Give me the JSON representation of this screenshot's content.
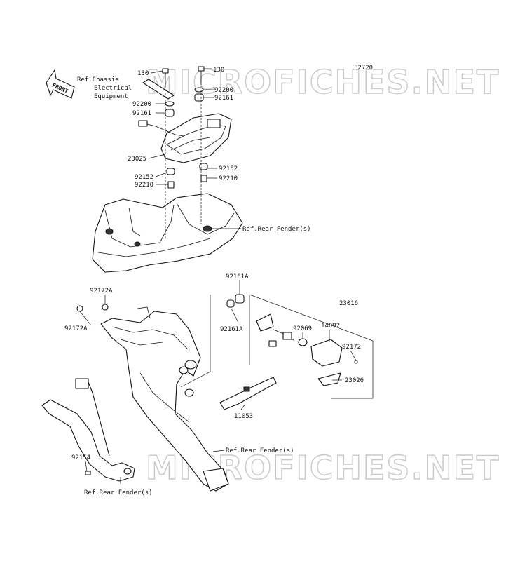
{
  "watermark": "MICROFICHES.NET",
  "figure_code": "F2720",
  "front_label": "FRONT",
  "refs": {
    "chassis": [
      "Ref.Chassis",
      "Electrical",
      "Equipment"
    ],
    "rear_fender_1": "Ref.Rear Fender(s)",
    "rear_fender_2": "Ref.Rear Fender(s)",
    "rear_fender_3": "Ref.Rear Fender(s)"
  },
  "parts": {
    "p130a": "130",
    "p130b": "130",
    "p92200a": "92200",
    "p92200b": "92200",
    "p92161a": "92161",
    "p92161b": "92161",
    "p23025": "23025",
    "p92152a": "92152",
    "p92152b": "92152",
    "p92210a": "92210",
    "p92210b": "92210",
    "p92172Aa": "92172A",
    "p92172Ab": "92172A",
    "p92161Aa": "92161A",
    "p92161Ab": "92161A",
    "p23016": "23016",
    "p92069": "92069",
    "p14092": "14092",
    "p92172": "92172",
    "p23026": "23026",
    "p11053": "11053",
    "p92154": "92154"
  }
}
